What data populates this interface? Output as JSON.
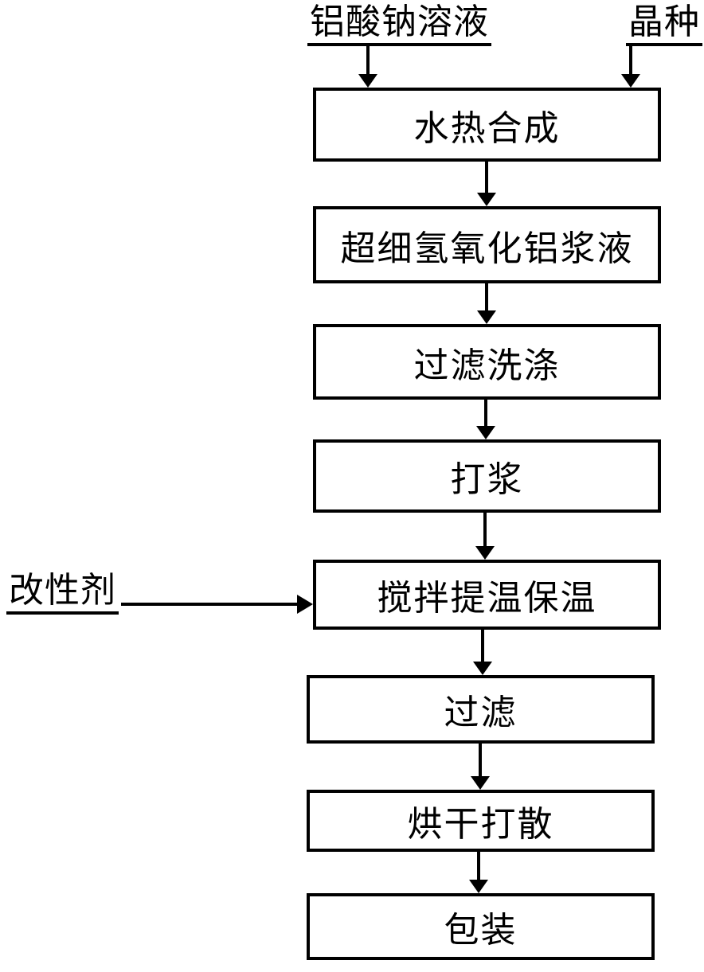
{
  "page": {
    "background": "#ffffff",
    "ink": "#000000"
  },
  "inputs": {
    "sodium_aluminate_solution": {
      "label": "铝酸钠溶液"
    },
    "seed_crystal": {
      "label": "晶种"
    },
    "modifier": {
      "label": "改性剂"
    }
  },
  "flow": {
    "boxes": [
      {
        "label": "水热合成"
      },
      {
        "label": "超细氢氧化铝浆液"
      },
      {
        "label": "过滤洗涤"
      },
      {
        "label": "打浆"
      },
      {
        "label": "搅拌提温保温"
      },
      {
        "label": "过滤"
      },
      {
        "label": "烘干打散"
      },
      {
        "label": "包装"
      }
    ]
  }
}
